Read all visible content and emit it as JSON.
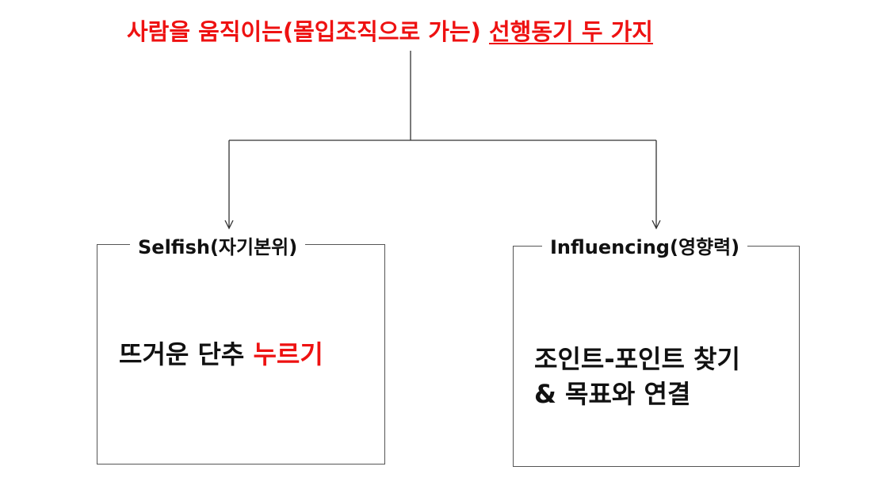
{
  "title": {
    "part1": "사람을 움직이는(몰입조직으로 가는) ",
    "part2": "선행동기 두 가지"
  },
  "left_box": {
    "label": "Selfish(자기본위)",
    "text_black": "뜨거운 단추 ",
    "text_red": "누르기"
  },
  "right_box": {
    "label": "Influencing(영향력)",
    "line1_red": "조인트-포인트 찾기",
    "line2": "& 목표와 연결"
  },
  "colors": {
    "accent_red": "#ee1111",
    "text": "#111111",
    "line": "#333333"
  }
}
